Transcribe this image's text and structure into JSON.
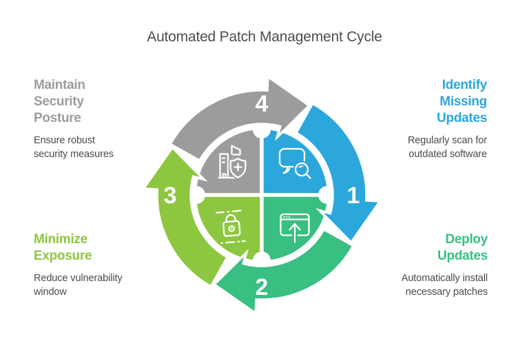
{
  "title": "Automated Patch Management Cycle",
  "colors": {
    "background": "#FFFFFF",
    "title_text": "#4D4D4D",
    "description_text": "#4A4A4A",
    "step_number_text": "#FFFFFF"
  },
  "steps": [
    {
      "number": "1",
      "name": "identify-missing-updates",
      "color": "#2BA7DC",
      "heading_lines": [
        "Identify",
        "Missing",
        "Updates"
      ],
      "desc_lines": [
        "Regularly scan for",
        "outdated software"
      ],
      "icon": "chat-search-icon"
    },
    {
      "number": "2",
      "name": "deploy-updates",
      "color": "#38BF81",
      "heading_lines": [
        "Deploy",
        "Updates"
      ],
      "desc_lines": [
        "Automatically install",
        "necessary patches"
      ],
      "icon": "window-upload-icon"
    },
    {
      "number": "3",
      "name": "minimize-exposure",
      "color": "#8DC63F",
      "heading_lines": [
        "Minimize",
        "Exposure"
      ],
      "desc_lines": [
        "Reduce vulnerability",
        "window"
      ],
      "icon": "lock-icon"
    },
    {
      "number": "4",
      "name": "maintain-security-posture",
      "color": "#9C9C9C",
      "heading_lines": [
        "Maintain",
        "Security",
        "Posture"
      ],
      "desc_lines": [
        "Ensure robust",
        "security measures"
      ],
      "icon": "building-shield-icon"
    }
  ]
}
